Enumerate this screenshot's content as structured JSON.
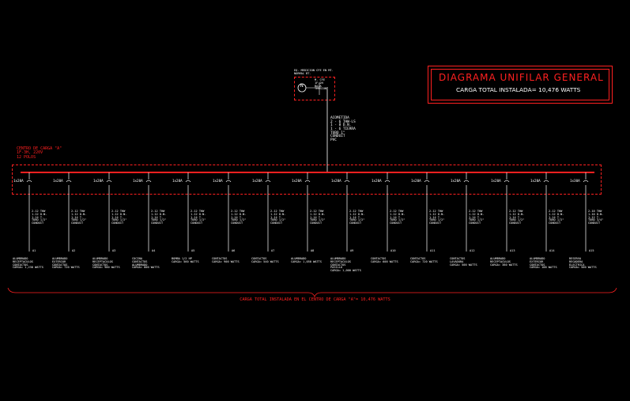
{
  "diagram": {
    "title": "DIAGRAMA UNIFILAR GENERAL",
    "subtitle": "CARGA TOTAL INSTALADA= 10,476 WATTS",
    "meter": {
      "heading": "EQ. MEDICION CFE EN MT.\nNORMAL BT.",
      "symbol": "N",
      "side_text": "M. CFE\n1F-2H\nBAJA\nTENSION"
    },
    "feeder_text": "ACOMETIDA\n2 - 6 THW-LS\n1 - 8 D.N.\n1 - 6 TIERRA\nTUBO 1\"\nCONDUIT\nPVC",
    "board_label": "CENTRO DE CARGA \"A\"\n1F-3H, 220V\n12 POLOS",
    "total_label": "CARGA TOTAL INSTALADA EN EL CENTRO DE CARGA \"A\"= 10,476 WATTS",
    "circuits": [
      {
        "breaker": "1x20A",
        "cable": "2-12 THW\n1-12 D.N.\n1-14 T.\nTUBO 1/2\"\nCONDUIT",
        "id": "A1",
        "desc": "ALUMBRADO\nRECEPTACULOS\nCONTACTOS\nCARGA= 1,238 WATTS"
      },
      {
        "breaker": "1x20A",
        "cable": "2-12 THW\n1-12 D.N.\n1-14 T.\nTUBO 1/2\"\nCONDUIT",
        "id": "A2",
        "desc": "ALUMBRADO\nEXTERIOR\nCONTACTOS\nCARGA= 720 WATTS"
      },
      {
        "breaker": "1x20A",
        "cable": "2-12 THW\n1-12 D.N.\n1-14 T.\nTUBO 1/2\"\nCONDUIT",
        "id": "A3",
        "desc": "ALUMBRADO\nRECEPTACULOS\nCONTACTOS\nCARGA= 980 WATTS"
      },
      {
        "breaker": "1x20A",
        "cable": "2-12 THW\n1-12 D.N.\n1-14 T.\nTUBO 1/2\"\nCONDUIT",
        "id": "A4",
        "desc": "COCINA\nCONTACTOS\nALUMBRADO\nCARGA= 800 WATTS"
      },
      {
        "breaker": "1x20A",
        "cable": "2-12 THW\n1-12 D.N.\n1-14 T.\nTUBO 1/2\"\nCONDUIT",
        "id": "A5",
        "desc": "BOMBA 1/2 HP\nCARGA= 560 WATTS"
      },
      {
        "breaker": "1x20A",
        "cable": "2-12 THW\n1-12 D.N.\n1-14 T.\nTUBO 1/2\"\nCONDUIT",
        "id": "A6",
        "desc": "CONTACTOS\nCARGA= 900 WATTS"
      },
      {
        "breaker": "1x20A",
        "cable": "2-12 THW\n1-12 D.N.\n1-14 T.\nTUBO 1/2\"\nCONDUIT",
        "id": "A7",
        "desc": "CONTACTOS\nCARGA= 540 WATTS"
      },
      {
        "breaker": "1x20A",
        "cable": "2-12 THW\n1-12 D.N.\n1-14 T.\nTUBO 1/2\"\nCONDUIT",
        "id": "A8",
        "desc": "ALUMBRADO\nCARGA= 1,050 WATTS"
      },
      {
        "breaker": "1x20A",
        "cable": "2-12 THW\n1-12 D.N.\n1-14 T.\nTUBO 1/2\"\nCONDUIT",
        "id": "A9",
        "desc": "ALUMBRADO\nRECEPTACULOS\nCONTACTOS\nPASILLO\nCARGA= 1,000 WATTS"
      },
      {
        "breaker": "1x20A",
        "cable": "2-12 THW\n1-12 D.N.\n1-14 T.\nTUBO 1/2\"\nCONDUIT",
        "id": "A10",
        "desc": "CONTACTOS\nCARGA= 600 WATTS"
      },
      {
        "breaker": "1x20A",
        "cable": "2-12 THW\n1-12 D.N.\n1-14 T.\nTUBO 1/2\"\nCONDUIT",
        "id": "A11",
        "desc": "CONTACTOS\nCARGA= 720 WATTS"
      },
      {
        "breaker": "1x20A",
        "cable": "2-12 THW\n1-12 D.N.\n1-14 T.\nTUBO 1/2\"\nCONDUIT",
        "id": "A12",
        "desc": "CONTACTOS\nLAVADORA\nCARGA= 500 WATTS"
      },
      {
        "breaker": "1x20A",
        "cable": "2-12 THW\n1-12 D.N.\n1-14 T.\nTUBO 1/2\"\nCONDUIT",
        "id": "A13",
        "desc": "ALUMBRADO\nRECEPTACULOS\nCARGA= 380 WATTS"
      },
      {
        "breaker": "1x20A",
        "cable": "2-12 THW\n1-12 D.N.\n1-14 T.\nTUBO 1/2\"\nCONDUIT",
        "id": "A14",
        "desc": "ALUMBRADO\nEXTERIOR\nCONTACTOS\nCARGA= 188 WATTS"
      },
      {
        "breaker": "1x30A",
        "cable": "2-10 THW\n1-10 D.N.\n1-12 T.\nTUBO 3/4\"\nCONDUIT",
        "id": "A15",
        "desc": "RESERVA\nREGADERA\nELECTRICA\nCARGA= 500 WATTS"
      }
    ]
  }
}
